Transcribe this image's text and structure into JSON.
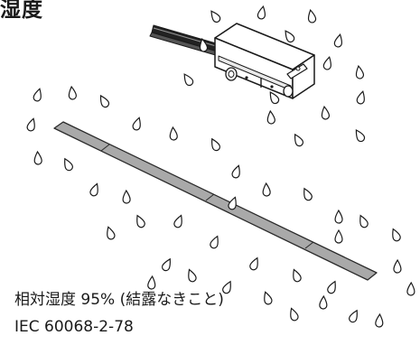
{
  "heading": "湿度",
  "caption": {
    "condition": "相対湿度 95% (結露なきこと)",
    "standard": "IEC 60068-2-78"
  },
  "icons": {
    "sensor": "proximity-sensor-icon",
    "strip": "sensing-strip-icon",
    "drop": "water-droplet-icon"
  }
}
